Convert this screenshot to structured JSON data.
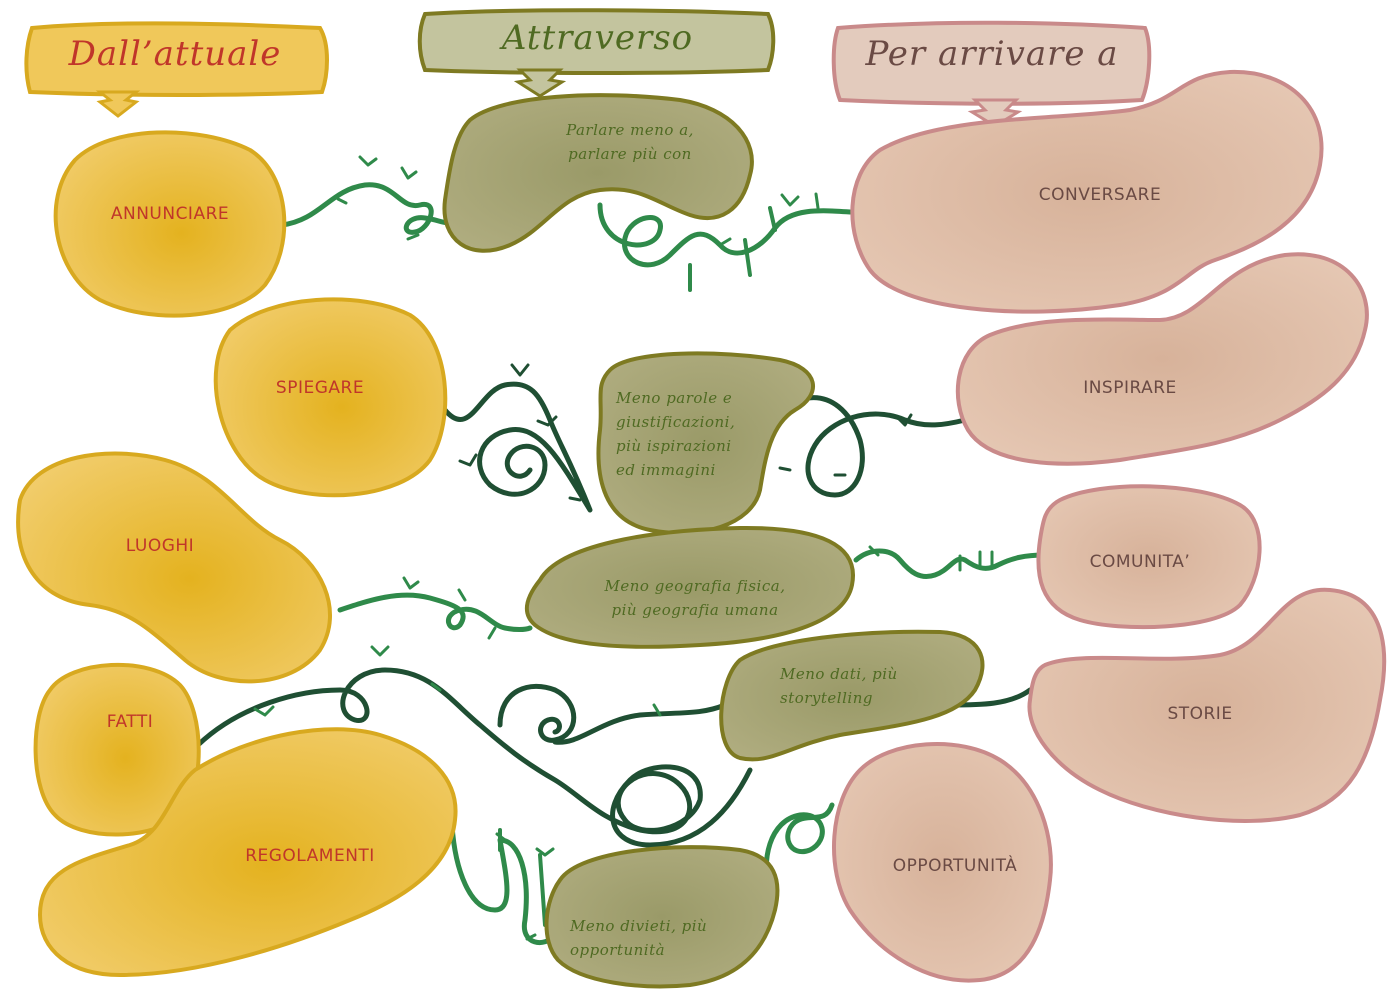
{
  "columns": {
    "from": "Dall’attuale",
    "via": "Attraverso",
    "to": "Per arrivare a"
  },
  "from_items": {
    "annunciare": "ANNUNCIARE",
    "spiegare": "SPIEGARE",
    "luoghi": "LUOGHI",
    "fatti": "FATTI",
    "regolamenti": "REGOLAMENTI"
  },
  "via_items": {
    "parlare": [
      "Parlare meno a,",
      "parlare più con"
    ],
    "parole": [
      "Meno parole e",
      "giustificazioni,",
      "più ispirazioni",
      "ed immagini"
    ],
    "geografia": [
      "Meno geografia fisica,",
      "più geografia umana"
    ],
    "dati": [
      "Meno dati, più",
      "storytelling"
    ],
    "divieti": [
      "Meno divieti, più",
      "opportunità"
    ]
  },
  "to_items": {
    "conversare": "CONVERSARE",
    "inspirare": "INSPIRARE",
    "comunita": "COMUNITA’",
    "storie": "STORIE",
    "opportunita": "OPPORTUNITÀ"
  },
  "colors": {
    "from_fill": "#e8bb3c",
    "from_stroke": "#d8a91f",
    "from_text": "#c0362a",
    "via_fill": "#a2a170",
    "via_stroke": "#7e7a22",
    "via_text": "#4f6a22",
    "to_fill": "#dcb8a0",
    "to_stroke": "#c98a8a",
    "to_text": "#6a4a44",
    "vine_green": "#2f8a4a",
    "vine_dark": "#1f4f33"
  }
}
